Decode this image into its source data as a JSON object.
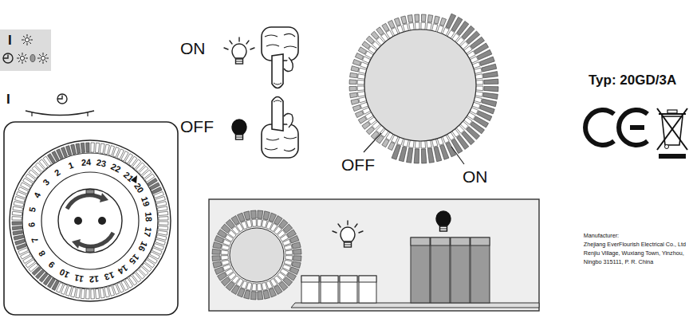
{
  "diagram": {
    "labels": [
      "I",
      "I",
      "1",
      "2",
      "3",
      "4",
      "5",
      "6",
      "7",
      "8",
      "9",
      "10",
      "11",
      "12",
      "13",
      "14",
      "15",
      "16",
      "17",
      "18",
      "19",
      "20",
      "21",
      "22",
      "23",
      "24",
      "ON",
      "OFF",
      "OFF",
      "ON",
      "Typ: 20GD/3A",
      "Manufacturer:",
      "Zhejiang EverFlourish Electrical Co., Ltd",
      "Renjiu Village, Wuxiang Town, Yinzhou,",
      "Ningbo 315111, P. R. China"
    ]
  }
}
